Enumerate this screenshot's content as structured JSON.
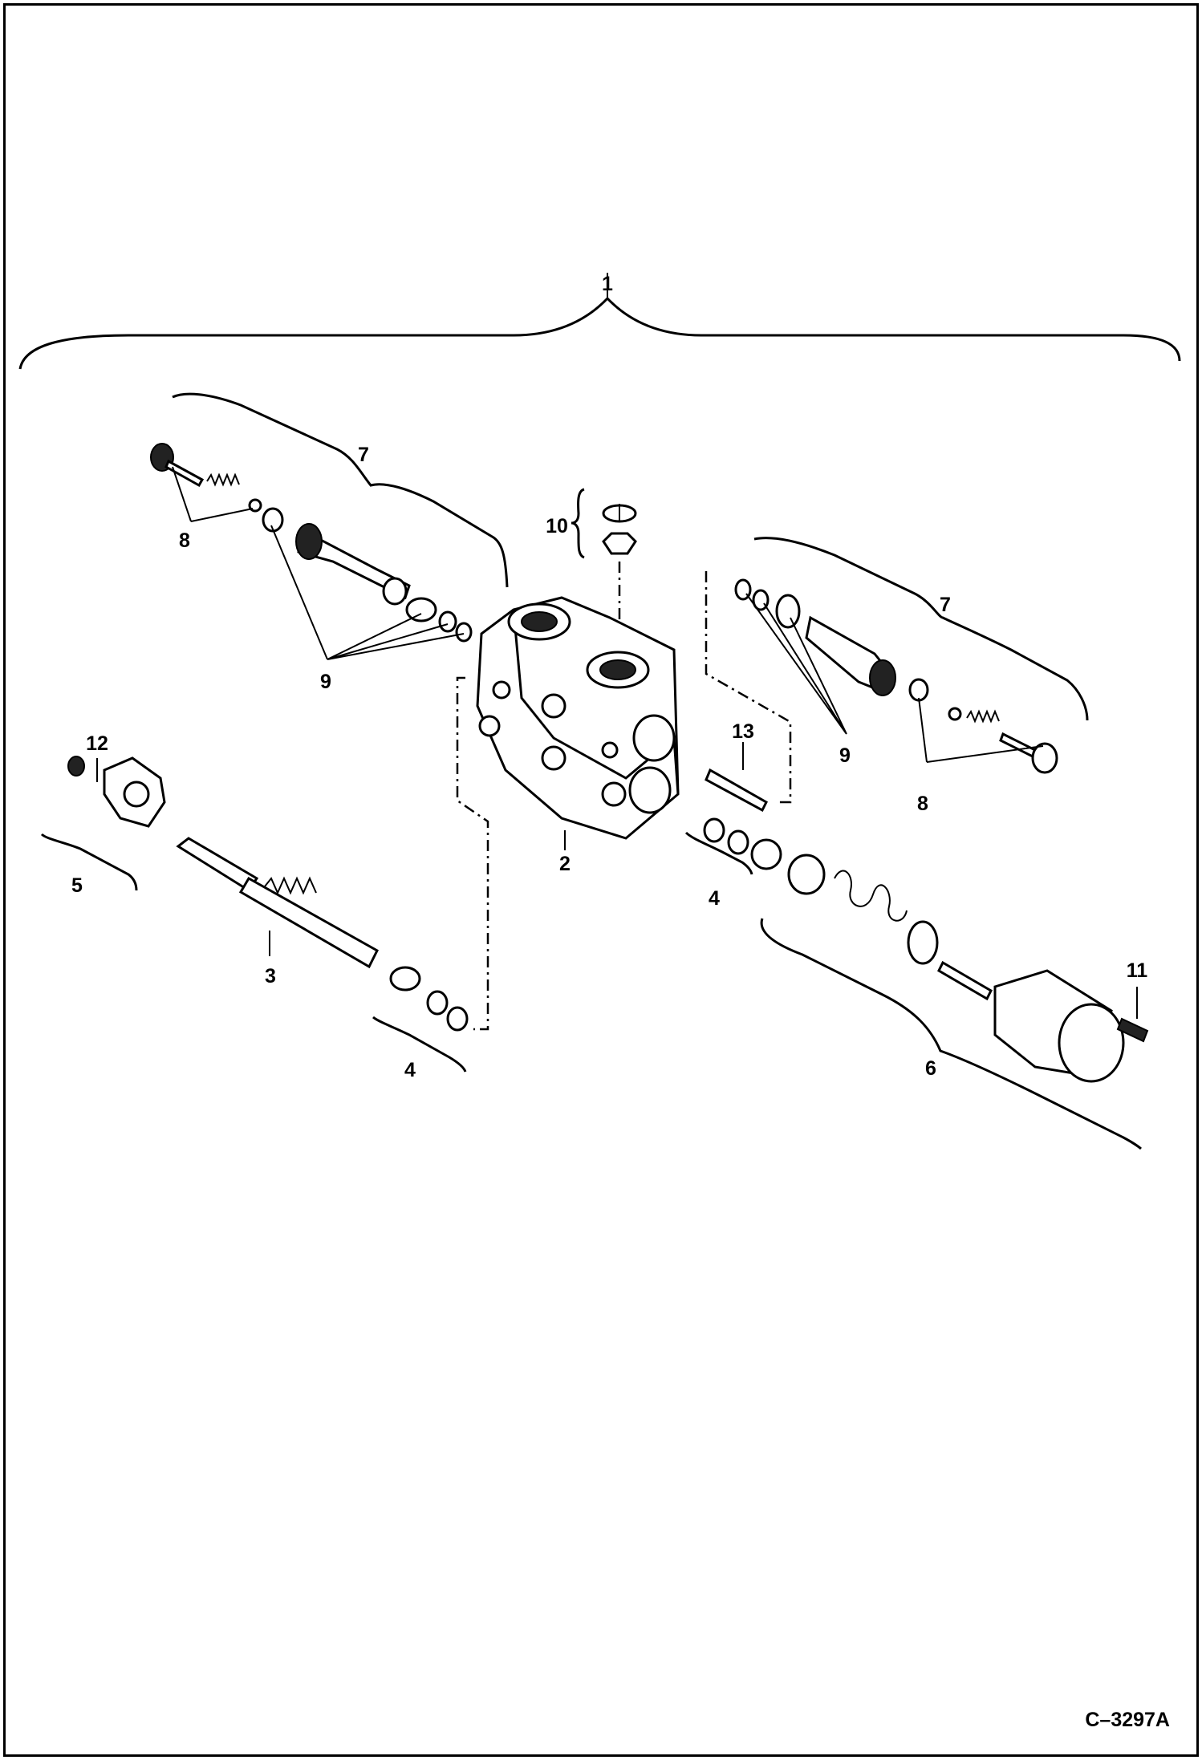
{
  "diagram": {
    "reference_code": "C–3297A",
    "callouts": {
      "c1": "1",
      "c2": "2",
      "c3": "3",
      "c4_left": "4",
      "c4_right": "4",
      "c5": "5",
      "c6": "6",
      "c7_left": "7",
      "c7_right": "7",
      "c8_left": "8",
      "c8_right": "8",
      "c9_left": "9",
      "c9_right": "9",
      "c10": "10",
      "c11": "11",
      "c12": "12",
      "c13": "13"
    }
  }
}
